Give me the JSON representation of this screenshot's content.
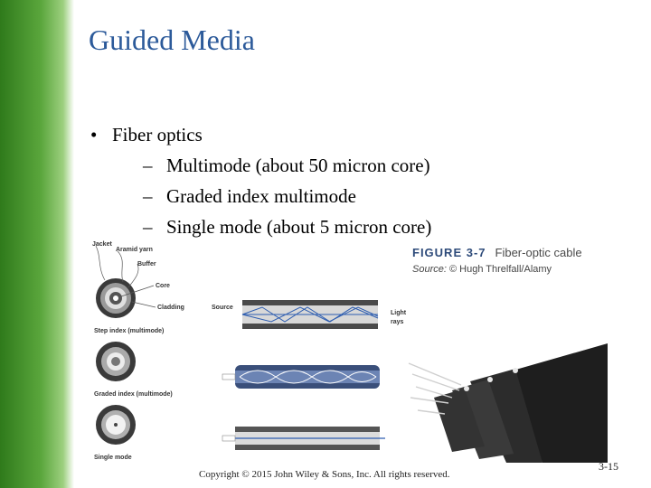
{
  "slide": {
    "title": "Guided Media",
    "bullet_main": "Fiber optics",
    "bullet_sub": [
      "Multimode (about 50 micron core)",
      "Graded index multimode",
      "Single mode (about 5 micron core)"
    ],
    "copyright": "Copyright © 2015 John Wiley & Sons, Inc. All rights reserved.",
    "page_number": "3-15"
  },
  "figure": {
    "number": "FIGURE 3-7",
    "caption": "Fiber-optic cable",
    "source_prefix": "Source:",
    "source": "© Hugh Threlfall/Alamy",
    "labels": {
      "jacket": "Jacket",
      "aramid": "Aramid yarn",
      "buffer": "Buffer",
      "core": "Core",
      "cladding": "Cladding",
      "source": "Source",
      "light": "Light",
      "rays": "rays",
      "step_index": "Step index (multimode)",
      "graded_index": "Graded index (multimode)",
      "single_mode": "Single mode"
    }
  },
  "colors": {
    "title": "#2c5a9a",
    "sidebar": "#4a9a2c",
    "figure_number": "#2e4b7a",
    "light_rays": "#2d5db0"
  }
}
